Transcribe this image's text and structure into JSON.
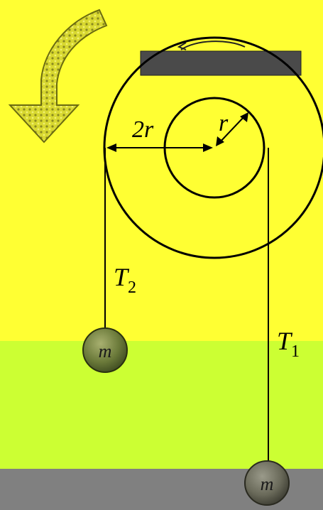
{
  "labels": {
    "outer_radius": "2r",
    "inner_radius": "r",
    "tension_left_symbol": "T",
    "tension_left_sub": "2",
    "tension_right_symbol": "T",
    "tension_right_sub": "1",
    "mass_left": "m",
    "mass_right": "m"
  },
  "icons": {
    "rotation_arrow": "counterclockwise-curved-arrow-icon"
  },
  "colors": {
    "background_upper": "#ffff33",
    "background_middle": "#ccff33",
    "floor": "#808080",
    "ceiling_bar": "#4a4a4a",
    "mass_fill": "#6b7a3a",
    "arrow_fill": "#c9c93a",
    "line": "#000000"
  }
}
